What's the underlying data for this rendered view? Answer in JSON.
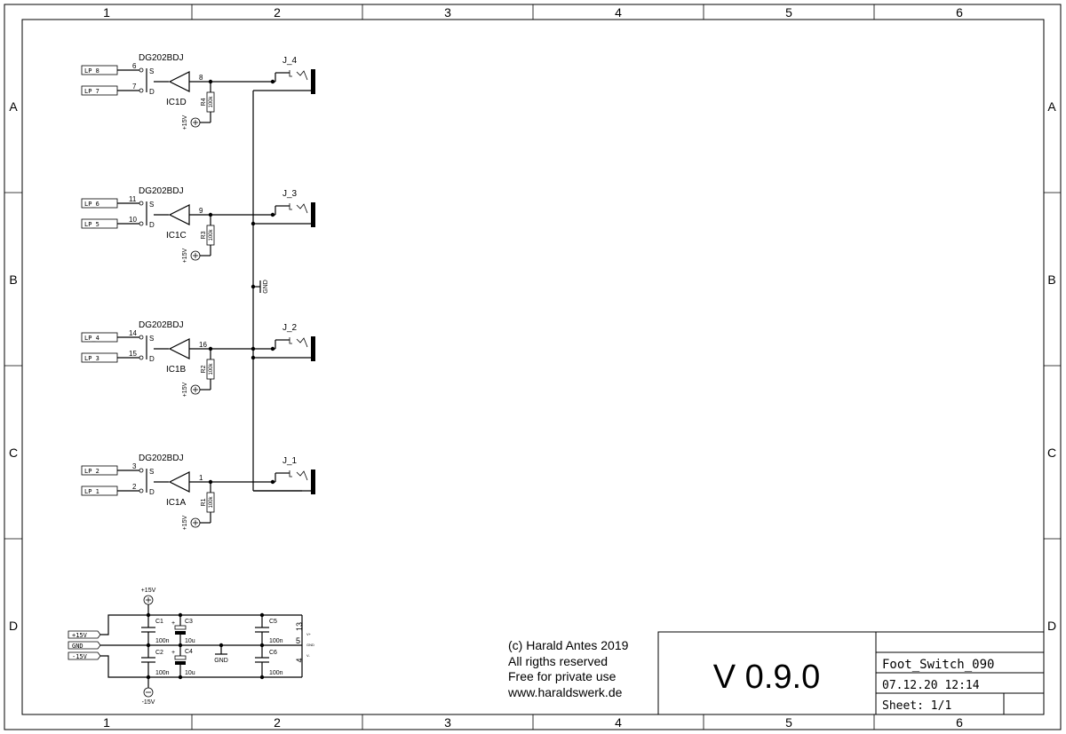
{
  "frame": {
    "columns": [
      "1",
      "2",
      "3",
      "4",
      "5",
      "6"
    ],
    "rows": [
      "A",
      "B",
      "C",
      "D"
    ]
  },
  "switch_blocks": [
    {
      "part": "DG202BDJ",
      "ref": "IC1D",
      "pin_s": "6",
      "pin_d": "7",
      "pin_out": "8",
      "label_s": "LP_8",
      "label_d": "LP_7",
      "resistor": "R4",
      "resistor_value": "100k",
      "supply": "+15V",
      "jack": "J_4"
    },
    {
      "part": "DG202BDJ",
      "ref": "IC1C",
      "pin_s": "11",
      "pin_d": "10",
      "pin_out": "9",
      "label_s": "LP_6",
      "label_d": "LP_5",
      "resistor": "R3",
      "resistor_value": "100k",
      "supply": "+15V",
      "jack": "J_3"
    },
    {
      "part": "DG202BDJ",
      "ref": "IC1B",
      "pin_s": "14",
      "pin_d": "15",
      "pin_out": "16",
      "label_s": "LP_4",
      "label_d": "LP_3",
      "resistor": "R2",
      "resistor_value": "100k",
      "supply": "+15V",
      "jack": "J_2"
    },
    {
      "part": "DG202BDJ",
      "ref": "IC1A",
      "pin_s": "3",
      "pin_d": "2",
      "pin_out": "1",
      "label_s": "LP_2",
      "label_d": "LP_1",
      "resistor": "R1",
      "resistor_value": "100k",
      "supply": "+15V",
      "jack": "J_1"
    }
  ],
  "pin_letters": {
    "s": "S",
    "d": "D"
  },
  "gnd_label": "GND",
  "power": {
    "plus_label": "+15V",
    "minus_label": "-15V",
    "gnd_label": "GND",
    "connector_labels": [
      "+15V",
      "GND",
      "-15V"
    ],
    "caps": [
      {
        "ref": "C1",
        "value": "100n"
      },
      {
        "ref": "C2",
        "value": "100n"
      },
      {
        "ref": "C3",
        "value": "10u"
      },
      {
        "ref": "C4",
        "value": "10u"
      },
      {
        "ref": "C5",
        "value": "100n"
      },
      {
        "ref": "C6",
        "value": "100n"
      }
    ],
    "polarity": "+",
    "ic_pins": {
      "vplus": "13",
      "gnd": "5",
      "vminus": "4"
    },
    "ic_pin_names": {
      "vplus": "V+",
      "gnd": "GND",
      "vminus": "V-"
    }
  },
  "title_block": {
    "copyright": [
      "(c) Harald Antes 2019",
      "All rigths reserved",
      "Free for private use",
      "www.haraldswerk.de"
    ],
    "version": "V 0.9.0",
    "filename": "Foot_Switch_090",
    "date": "07.12.20 12:14",
    "sheet": "Sheet: 1/1"
  }
}
